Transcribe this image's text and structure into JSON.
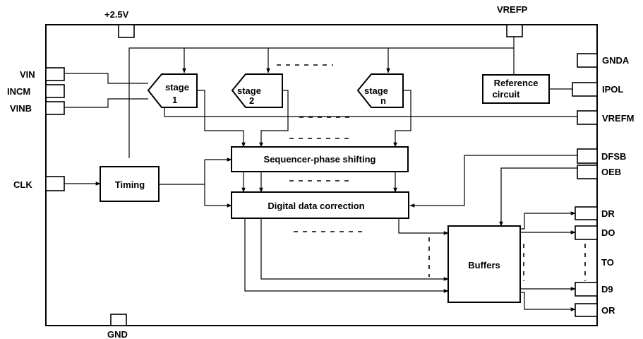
{
  "pins": {
    "supply": "+2.5V",
    "vrefp": "VREFP",
    "gnda": "GNDA",
    "vin": "VIN",
    "incm": "INCM",
    "vinb": "VINB",
    "ipol": "IPOL",
    "vrefm": "VREFM",
    "clk": "CLK",
    "dfsb": "DFSB",
    "oeb": "OEB",
    "dr": "DR",
    "d0": "DO",
    "to": "TO",
    "d9": "D9",
    "or": "OR",
    "gnd": "GND"
  },
  "stages": [
    {
      "label": "stage",
      "index": "1"
    },
    {
      "label": "stage",
      "index": "2"
    },
    {
      "label": "stage",
      "index": "n"
    }
  ],
  "blocks": {
    "reference_line1": "Reference",
    "reference_line2": "circuit",
    "timing": "Timing",
    "sequencer": "Sequencer-phase shifting",
    "correction": "Digital data correction",
    "buffers": "Buffers"
  }
}
